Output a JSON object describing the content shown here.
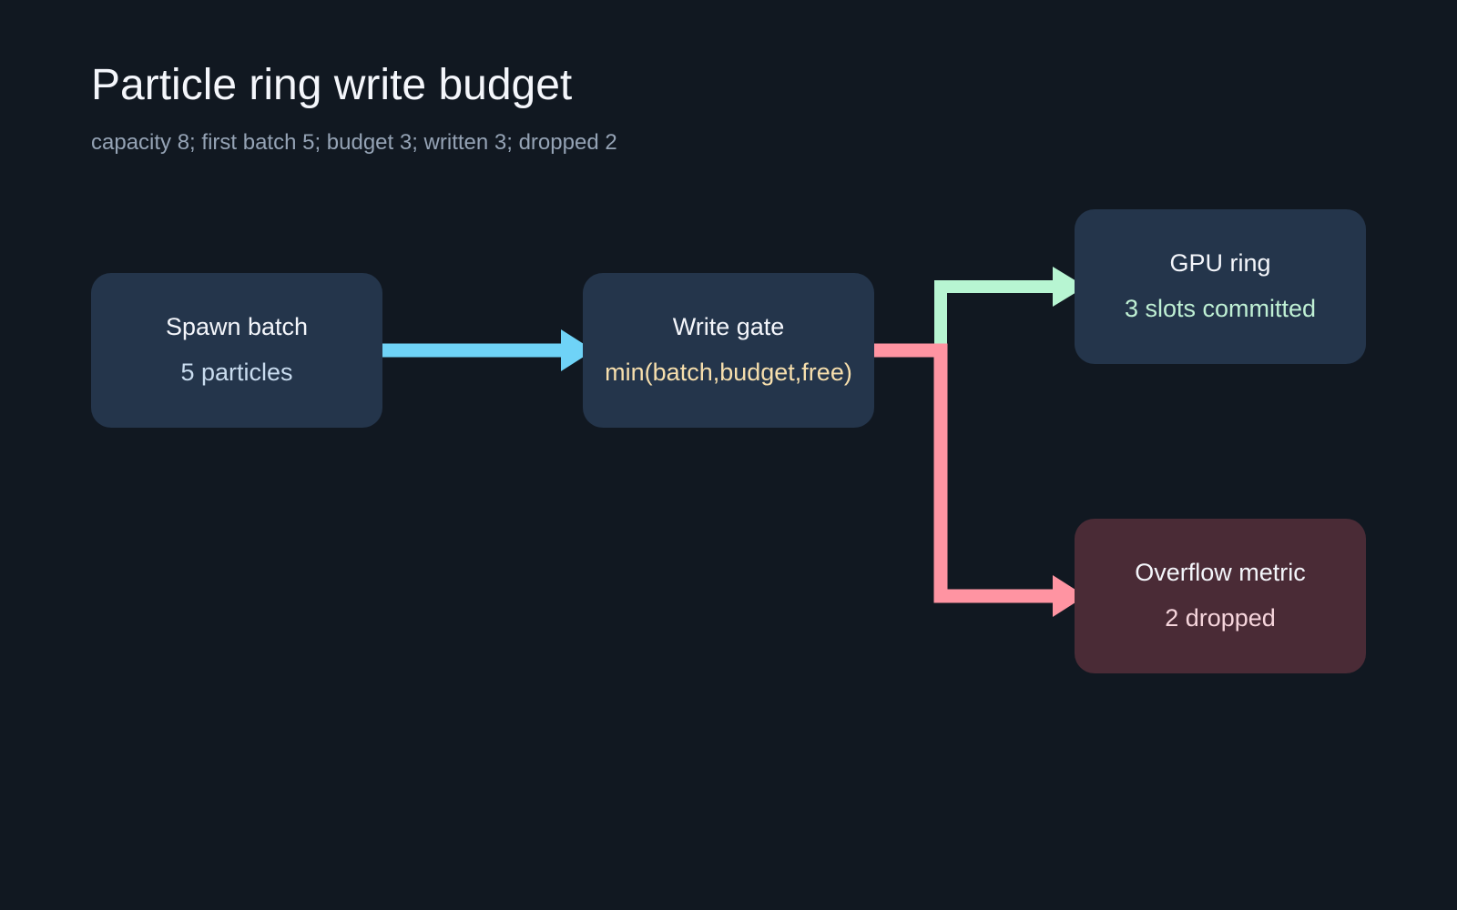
{
  "header": {
    "title": "Particle ring write budget",
    "subtitle": "capacity 8; first batch 5; budget 3; written 3; dropped 2"
  },
  "nodes": {
    "spawn": {
      "title": "Spawn batch",
      "detail": "5 particles",
      "detail_color": "#c9dcef"
    },
    "gate": {
      "title": "Write gate",
      "detail": "min(batch,budget,free)",
      "detail_color": "#f7dfad"
    },
    "ring": {
      "title": "GPU ring",
      "detail": "3 slots committed",
      "detail_color": "#bff0d4"
    },
    "overflow": {
      "title": "Overflow metric",
      "detail": "2 dropped",
      "detail_color": "#f6d5dc"
    }
  },
  "edges": [
    {
      "from": "spawn",
      "to": "gate",
      "color": "#6fd3f7"
    },
    {
      "from": "gate",
      "to": "ring",
      "color": "#b7f5d2"
    },
    {
      "from": "gate",
      "to": "overflow",
      "color": "#ff94a2"
    }
  ],
  "colors": {
    "background": "#111821",
    "node": "#24354b",
    "overflow_node": "#4a2b36"
  }
}
